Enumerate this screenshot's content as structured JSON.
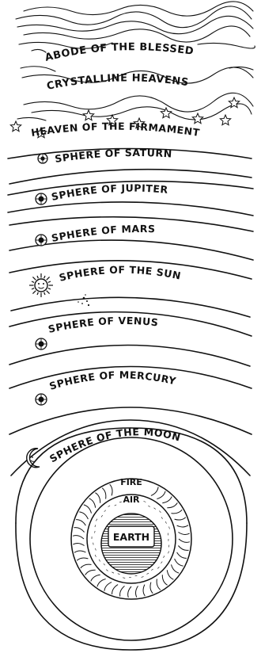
{
  "diagram": {
    "regions": [
      {
        "id": "abode",
        "label": "ABODE OF THE BLESSED"
      },
      {
        "id": "crystalline",
        "label": "CRYSTALLINE HEAVENS"
      },
      {
        "id": "firmament",
        "label": "HEAVEN OF THE FIRMAMENT"
      },
      {
        "id": "saturn",
        "label": "SPHERE OF SATURN",
        "icon": "planet-disc-icon"
      },
      {
        "id": "jupiter",
        "label": "SPHERE OF JUPITER",
        "icon": "planet-disc-icon"
      },
      {
        "id": "mars",
        "label": "SPHERE OF MARS",
        "icon": "planet-disc-icon"
      },
      {
        "id": "sun",
        "label": "SPHERE OF THE SUN",
        "icon": "sun-face-icon"
      },
      {
        "id": "venus",
        "label": "SPHERE OF VENUS",
        "icon": "planet-disc-icon"
      },
      {
        "id": "mercury",
        "label": "SPHERE OF MERCURY",
        "icon": "planet-disc-icon"
      },
      {
        "id": "moon",
        "label": "SPHERE OF THE MOON",
        "icon": "crescent-moon-icon"
      }
    ],
    "core": {
      "fire": "FIRE",
      "air": "AIR",
      "earth": "EARTH"
    }
  }
}
